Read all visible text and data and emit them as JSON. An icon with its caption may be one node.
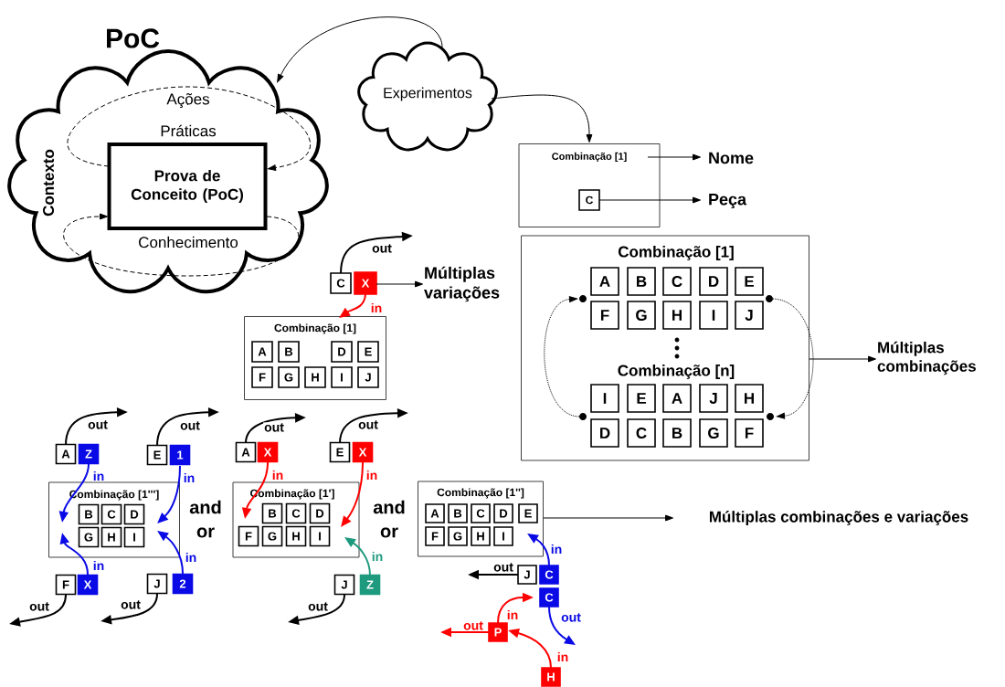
{
  "diagram": {
    "nodes": [
      {
        "text": [
          "PoC",
          "Contexto",
          "Ações",
          "Práticas",
          "Conhecimento"
        ]
      },
      {
        "text": [
          "Prova de Conceito (PoC)"
        ],
        "in": 0
      },
      {
        "text": [
          "Experimentos"
        ]
      },
      {
        "text": [
          "Combinação [1]"
        ]
      },
      {
        "text": [
          "C"
        ],
        "in": 3
      },
      {
        "text": [
          "Nome"
        ]
      },
      {
        "text": [
          "Peça"
        ]
      },
      {
        "text": [
          "Combinação [1]",
          "Combinação [n]"
        ]
      },
      {
        "text": [
          "A"
        ],
        "in": 7
      },
      {
        "text": [
          "B"
        ],
        "in": 7
      },
      {
        "text": [
          "C"
        ],
        "in": 7
      },
      {
        "text": [
          "D"
        ],
        "in": 7
      },
      {
        "text": [
          "E"
        ],
        "in": 7
      },
      {
        "text": [
          "F"
        ],
        "in": 7
      },
      {
        "text": [
          "G"
        ],
        "in": 7
      },
      {
        "text": [
          "H"
        ],
        "in": 7
      },
      {
        "text": [
          "I"
        ],
        "in": 7
      },
      {
        "text": [
          "J"
        ],
        "in": 7
      },
      {
        "text": [
          "I"
        ],
        "in": 7
      },
      {
        "text": [
          "E"
        ],
        "in": 7
      },
      {
        "text": [
          "A"
        ],
        "in": 7
      },
      {
        "text": [
          "J"
        ],
        "in": 7
      },
      {
        "text": [
          "H"
        ],
        "in": 7
      },
      {
        "text": [
          "D"
        ],
        "in": 7
      },
      {
        "text": [
          "C"
        ],
        "in": 7
      },
      {
        "text": [
          "B"
        ],
        "in": 7
      },
      {
        "text": [
          "G"
        ],
        "in": 7
      },
      {
        "text": [
          "F"
        ],
        "in": 7
      },
      {
        "text": [],
        "shape": "circle",
        "in": 7
      },
      {
        "text": [],
        "shape": "circle",
        "in": 7
      },
      {
        "text": [],
        "shape": "circle",
        "in": 7
      },
      {
        "text": [],
        "shape": "circle",
        "in": 7
      },
      {
        "text": [
          "Múltiplas combinações"
        ]
      },
      {
        "text": [
          "C"
        ]
      },
      {
        "text": [
          "X"
        ]
      },
      {
        "text": [
          "Múltiplas variações"
        ]
      },
      {
        "text": [
          "Combinação [1]"
        ]
      },
      {
        "text": [
          "A"
        ],
        "in": 36
      },
      {
        "text": [
          "B"
        ],
        "in": 36
      },
      {
        "text": [
          "D"
        ],
        "in": 36
      },
      {
        "text": [
          "E"
        ],
        "in": 36
      },
      {
        "text": [
          "F"
        ],
        "in": 36
      },
      {
        "text": [
          "G"
        ],
        "in": 36
      },
      {
        "text": [
          "H"
        ],
        "in": 36
      },
      {
        "text": [
          "I"
        ],
        "in": 36
      },
      {
        "text": [
          "J"
        ],
        "in": 36
      },
      {
        "text": [
          "Combinação [1''']"
        ]
      },
      {
        "text": [
          "B"
        ],
        "in": 46
      },
      {
        "text": [
          "C"
        ],
        "in": 46
      },
      {
        "text": [
          "D"
        ],
        "in": 46
      },
      {
        "text": [
          "G"
        ],
        "in": 46
      },
      {
        "text": [
          "H"
        ],
        "in": 46
      },
      {
        "text": [
          "I"
        ],
        "in": 46
      },
      {
        "text": [
          "A"
        ]
      },
      {
        "text": [
          "Z"
        ]
      },
      {
        "text": [
          "E"
        ]
      },
      {
        "text": [
          "1"
        ]
      },
      {
        "text": [
          "F"
        ]
      },
      {
        "text": [
          "X"
        ]
      },
      {
        "text": [
          "J"
        ]
      },
      {
        "text": [
          "2"
        ]
      },
      {
        "text": [
          "Combinação [1']"
        ]
      },
      {
        "text": [
          "B"
        ],
        "in": 61
      },
      {
        "text": [
          "C"
        ],
        "in": 61
      },
      {
        "text": [
          "D"
        ],
        "in": 61
      },
      {
        "text": [
          "F"
        ],
        "in": 61
      },
      {
        "text": [
          "G"
        ],
        "in": 61
      },
      {
        "text": [
          "H"
        ],
        "in": 61
      },
      {
        "text": [
          "I"
        ],
        "in": 61
      },
      {
        "text": [
          "A"
        ]
      },
      {
        "text": [
          "X"
        ]
      },
      {
        "text": [
          "E"
        ]
      },
      {
        "text": [
          "X"
        ]
      },
      {
        "text": [
          "J"
        ]
      },
      {
        "text": [
          "Z"
        ]
      },
      {
        "text": [
          "Combinação [1'']"
        ]
      },
      {
        "text": [
          "A"
        ],
        "in": 75
      },
      {
        "text": [
          "B"
        ],
        "in": 75
      },
      {
        "text": [
          "C"
        ],
        "in": 75
      },
      {
        "text": [
          "D"
        ],
        "in": 75
      },
      {
        "text": [
          "E"
        ],
        "in": 75
      },
      {
        "text": [
          "F"
        ],
        "in": 75
      },
      {
        "text": [
          "G"
        ],
        "in": 75
      },
      {
        "text": [
          "H"
        ],
        "in": 75
      },
      {
        "text": [
          "I"
        ],
        "in": 75
      },
      {
        "text": [
          "J"
        ]
      },
      {
        "text": [
          "C"
        ]
      },
      {
        "text": [
          "C"
        ]
      },
      {
        "text": [
          "P"
        ]
      },
      {
        "text": [
          "H"
        ]
      },
      {
        "text": [
          "Múltiplas combinações e variações"
        ]
      }
    ],
    "edges": [
      {
        "from": 2,
        "to": 0,
        "arrow": "to"
      },
      {
        "from": 1,
        "to": 1,
        "arrow": "to",
        "style": "dashed"
      },
      {
        "from": 1,
        "to": 1,
        "arrow": "to",
        "style": "dashed"
      },
      {
        "from": 2,
        "to": 3,
        "arrow": "to"
      },
      {
        "from": 3,
        "to": 5,
        "arrow": "to"
      },
      {
        "from": 4,
        "to": 6,
        "arrow": "to"
      },
      {
        "from": 29,
        "to": 31,
        "arrow": "to",
        "style": "dashed"
      },
      {
        "from": 30,
        "to": 28,
        "arrow": "to",
        "style": "dashed"
      },
      {
        "from": 7,
        "to": 32,
        "arrow": "to"
      },
      {
        "from": 33,
        "to": null,
        "arrow": "to",
        "label": "out"
      },
      {
        "from": 34,
        "to": 35,
        "arrow": "to"
      },
      {
        "from": 34,
        "to": 36,
        "arrow": "to",
        "label": "in",
        "color": "#ff0000"
      },
      {
        "from": 54,
        "to": 46,
        "arrow": "to",
        "label": "in",
        "color": "#0a0ae6"
      },
      {
        "from": 56,
        "to": 46,
        "arrow": "to",
        "label": "in",
        "color": "#0a0ae6"
      },
      {
        "from": 58,
        "to": 46,
        "arrow": "to",
        "label": "in",
        "color": "#0a0ae6"
      },
      {
        "from": 60,
        "to": 46,
        "arrow": "to",
        "label": "in",
        "color": "#0a0ae6"
      },
      {
        "from": 53,
        "to": null,
        "arrow": "to",
        "label": "out"
      },
      {
        "from": 55,
        "to": null,
        "arrow": "to",
        "label": "out"
      },
      {
        "from": 57,
        "to": null,
        "arrow": "to",
        "label": "out"
      },
      {
        "from": 59,
        "to": null,
        "arrow": "to",
        "label": "out"
      },
      {
        "from": 70,
        "to": 61,
        "arrow": "to",
        "label": "in",
        "color": "#ff0000"
      },
      {
        "from": 72,
        "to": 61,
        "arrow": "to",
        "label": "in",
        "color": "#ff0000"
      },
      {
        "from": 74,
        "to": 61,
        "arrow": "to",
        "label": "in",
        "color": "#1e9a7e"
      },
      {
        "from": 69,
        "to": null,
        "arrow": "to",
        "label": "out"
      },
      {
        "from": 71,
        "to": null,
        "arrow": "to",
        "label": "out"
      },
      {
        "from": 73,
        "to": null,
        "arrow": "to",
        "label": "out"
      },
      {
        "from": 75,
        "to": 90,
        "arrow": "to"
      },
      {
        "from": 86,
        "to": 75,
        "arrow": "to",
        "label": "in",
        "color": "#0a0ae6"
      },
      {
        "from": 85,
        "to": null,
        "arrow": "to",
        "label": "out"
      },
      {
        "from": 87,
        "to": null,
        "arrow": "to",
        "label": "out",
        "color": "#0a0ae6"
      },
      {
        "from": 88,
        "to": 87,
        "arrow": "to",
        "label": "in",
        "color": "#ff0000"
      },
      {
        "from": 88,
        "to": null,
        "arrow": "to",
        "label": "out",
        "color": "#ff0000"
      },
      {
        "from": 89,
        "to": 88,
        "arrow": "to",
        "label": "in",
        "color": "#ff0000"
      }
    ],
    "labels": [
      "and",
      "or",
      "and",
      "or"
    ]
  }
}
